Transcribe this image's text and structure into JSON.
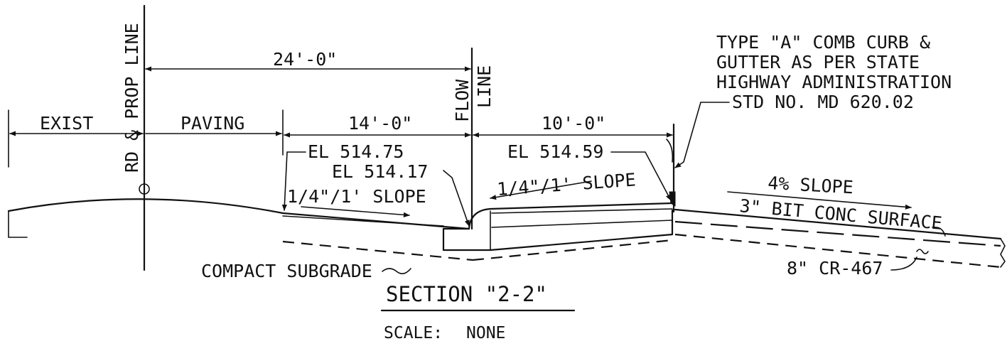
{
  "labels": {
    "rd_prop_line": "RD & PROP LINE",
    "flow_line": "FLOW LINE",
    "flow_line_1": "FLOW",
    "flow_line_2": "LINE",
    "exist": "EXIST",
    "paving": "PAVING",
    "dim_24": "24'-0\"",
    "dim_14": "14'-0\"",
    "dim_10": "10'-0\"",
    "el_1": "EL 514.75",
    "el_2": "EL 514.17",
    "el_3": "EL 514.59",
    "slope_left": "1/4\"/1' SLOPE",
    "slope_mid": "1/4\"/1' SLOPE",
    "slope_right": "4% SLOPE",
    "surface": "3\" BIT CONC SURFACE",
    "base": "8\" CR-467",
    "subgrade": "COMPACT SUBGRADE",
    "note_line_1": "TYPE \"A\" COMB CURB &",
    "note_line_2": "GUTTER AS PER STATE",
    "note_line_3": "HIGHWAY ADMINISTRATION",
    "note_line_4": "STD NO. MD 620.02"
  },
  "title": {
    "section": "SECTION \"2-2\"",
    "scale_label": "SCALE:",
    "scale_value": "NONE"
  },
  "icons": {
    "centerline": "centerline-symbol"
  }
}
